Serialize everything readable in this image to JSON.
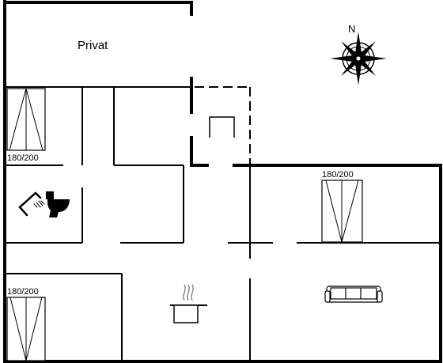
{
  "floor_plan": {
    "rooms": {
      "privat_label": "Privat"
    },
    "beds": [
      {
        "label": "180/200"
      },
      {
        "label": "180/200"
      },
      {
        "label": "180/200"
      }
    ],
    "compass": {
      "north_label": "N"
    },
    "icons": {
      "shower": "shower-icon",
      "toilet": "toilet-icon",
      "stove": "cooking-pot-icon",
      "sofa": "sofa-icon",
      "compass": "compass-rose-icon"
    }
  }
}
